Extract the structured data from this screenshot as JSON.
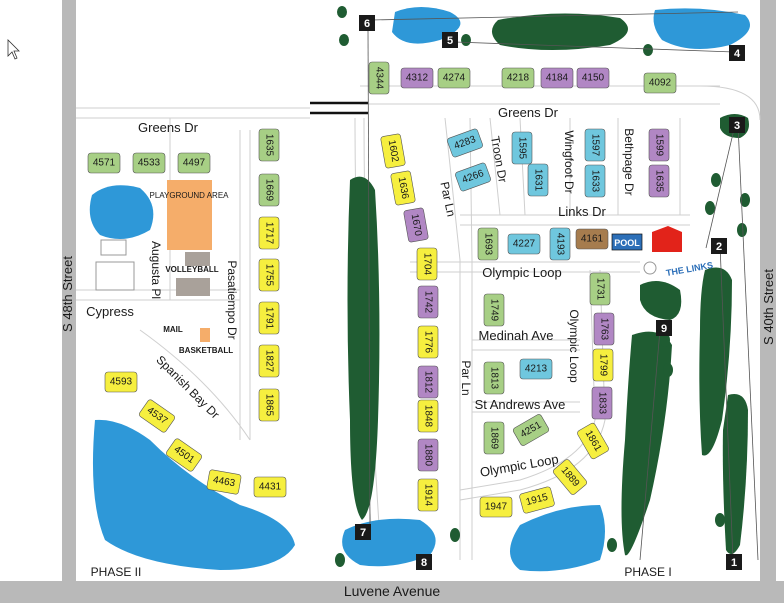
{
  "colors": {
    "green": "#a7cf85",
    "purple": "#b187c4",
    "yellow": "#f6ef3f",
    "blue": "#6fc7de",
    "brown": "#a67c4e",
    "orange": "#f5ad6a",
    "water": "#2e98d8",
    "fairway": "#1f5c32",
    "road": "#ffffff",
    "border": "#b9b9b9",
    "pool": "#2c6fb8",
    "clubhouse": "#e2231a"
  },
  "streets": {
    "s48": "S 48th Street",
    "s40": "S 40th Street",
    "luvene": "Luvene Avenue",
    "greens_left": "Greens Dr",
    "greens_right": "Greens Dr",
    "cypress": "Cypress",
    "augusta": "Augusta Pl",
    "pasatiempo": "Pasatiempo Dr",
    "spanish_bay": "Spanish Bay Dr",
    "troon": "Troon Dr",
    "wingfoot": "Wingfoot Dr",
    "bethpage": "Bethpage Dr",
    "links": "Links Dr",
    "par_top": "Par Ln",
    "par_bottom": "Par Ln",
    "olympic_top": "Olympic Loop",
    "olympic_right": "Olympic Loop",
    "olympic_bottom": "Olympic Loop",
    "medinah": "Medinah Ave",
    "st_andrews": "St Andrews Ave"
  },
  "phases": {
    "left": "PHASE II",
    "right": "PHASE I"
  },
  "amenities": {
    "playground": "PLAYGROUND AREA",
    "volleyball": "VOLLEYBALL",
    "mail": "MAIL",
    "basketball": "BASKETBALL",
    "pool": "POOL",
    "logo": "THE LINKS"
  },
  "holes": [
    "1",
    "2",
    "3",
    "4",
    "5",
    "6",
    "7",
    "8",
    "9"
  ],
  "buildings": [
    {
      "id": "4344",
      "c": "green"
    },
    {
      "id": "4312",
      "c": "purple"
    },
    {
      "id": "4274",
      "c": "green"
    },
    {
      "id": "4218",
      "c": "green"
    },
    {
      "id": "4184",
      "c": "purple"
    },
    {
      "id": "4150",
      "c": "purple"
    },
    {
      "id": "4092",
      "c": "green"
    },
    {
      "id": "4571",
      "c": "green"
    },
    {
      "id": "4533",
      "c": "green"
    },
    {
      "id": "4497",
      "c": "green"
    },
    {
      "id": "1635",
      "c": "green"
    },
    {
      "id": "1669",
      "c": "green"
    },
    {
      "id": "1717",
      "c": "yellow"
    },
    {
      "id": "1755",
      "c": "yellow"
    },
    {
      "id": "1791",
      "c": "yellow"
    },
    {
      "id": "1827",
      "c": "yellow"
    },
    {
      "id": "1865",
      "c": "yellow"
    },
    {
      "id": "1602",
      "c": "yellow"
    },
    {
      "id": "1636",
      "c": "yellow"
    },
    {
      "id": "1670",
      "c": "purple"
    },
    {
      "id": "1704",
      "c": "yellow"
    },
    {
      "id": "4283",
      "c": "blue"
    },
    {
      "id": "4266",
      "c": "blue"
    },
    {
      "id": "1595",
      "c": "blue"
    },
    {
      "id": "1631",
      "c": "blue"
    },
    {
      "id": "1597",
      "c": "blue"
    },
    {
      "id": "1633",
      "c": "blue"
    },
    {
      "id": "1599",
      "c": "purple"
    },
    {
      "id": "1635",
      "c": "purple"
    },
    {
      "id": "1693",
      "c": "green"
    },
    {
      "id": "4227",
      "c": "blue"
    },
    {
      "id": "4193",
      "c": "blue"
    },
    {
      "id": "4161",
      "c": "brown"
    },
    {
      "id": "1742",
      "c": "purple"
    },
    {
      "id": "1776",
      "c": "yellow"
    },
    {
      "id": "1812",
      "c": "purple"
    },
    {
      "id": "1848",
      "c": "yellow"
    },
    {
      "id": "1880",
      "c": "purple"
    },
    {
      "id": "1914",
      "c": "yellow"
    },
    {
      "id": "1749",
      "c": "green"
    },
    {
      "id": "1813",
      "c": "green"
    },
    {
      "id": "4213",
      "c": "blue"
    },
    {
      "id": "1869",
      "c": "green"
    },
    {
      "id": "4251",
      "c": "green"
    },
    {
      "id": "1731",
      "c": "green"
    },
    {
      "id": "1763",
      "c": "purple"
    },
    {
      "id": "1799",
      "c": "yellow"
    },
    {
      "id": "1833",
      "c": "purple"
    },
    {
      "id": "1861",
      "c": "yellow"
    },
    {
      "id": "1889",
      "c": "yellow"
    },
    {
      "id": "1915",
      "c": "yellow"
    },
    {
      "id": "1947",
      "c": "yellow"
    },
    {
      "id": "4593",
      "c": "yellow"
    },
    {
      "id": "4537",
      "c": "yellow"
    },
    {
      "id": "4501",
      "c": "yellow"
    },
    {
      "id": "4463",
      "c": "yellow"
    },
    {
      "id": "4431",
      "c": "yellow"
    }
  ]
}
